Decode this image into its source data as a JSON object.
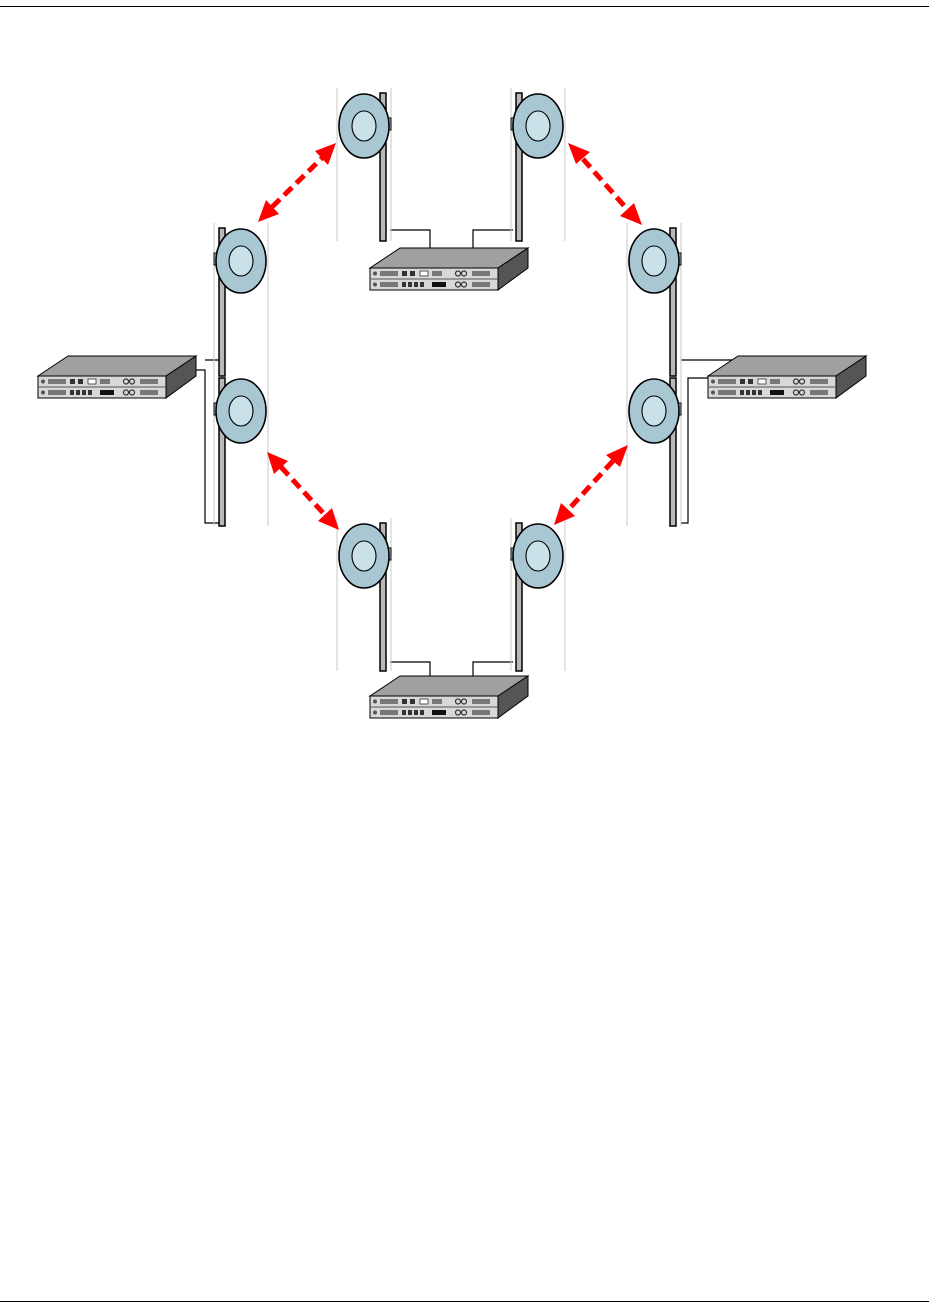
{
  "diagram": {
    "type": "microwave ring network",
    "colors": {
      "link": "#ff0000",
      "dish_face": "#a9c7d3",
      "dish_inner": "#c9e2ea",
      "mast": "#b8b8b8",
      "chassis_top": "#a0a0a0",
      "chassis_front": "#d8d8d8",
      "chassis_side": "#555555",
      "rule": "#000000"
    },
    "sites": [
      {
        "id": "site-top",
        "antennas": 2
      },
      {
        "id": "site-left",
        "antennas": 2
      },
      {
        "id": "site-right",
        "antennas": 2
      },
      {
        "id": "site-bottom",
        "antennas": 2
      }
    ],
    "links": [
      {
        "from": "site-top",
        "to": "site-left"
      },
      {
        "from": "site-top",
        "to": "site-right"
      },
      {
        "from": "site-left",
        "to": "site-bottom"
      },
      {
        "from": "site-right",
        "to": "site-bottom"
      }
    ],
    "icons": [
      "antenna-dish-icon",
      "network-switch-icon",
      "bidirectional-arrow-icon"
    ]
  }
}
